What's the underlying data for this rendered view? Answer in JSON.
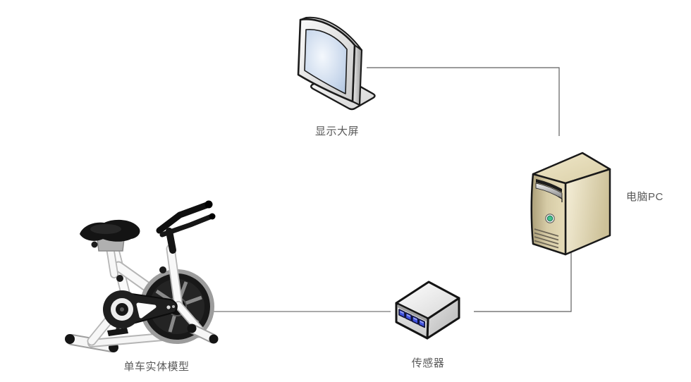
{
  "diagram": {
    "background": "#ffffff",
    "nodes": [
      {
        "id": "display",
        "label": "显示大屏",
        "type": "monitor"
      },
      {
        "id": "pc",
        "label": "电脑PC",
        "type": "tower-pc"
      },
      {
        "id": "sensor",
        "label": "传感器",
        "type": "sensor-box"
      },
      {
        "id": "bike",
        "label": "单车实体模型",
        "type": "exercise-bike"
      }
    ],
    "edges": [
      {
        "from": "display",
        "to": "pc"
      },
      {
        "from": "pc",
        "to": "sensor"
      },
      {
        "from": "bike",
        "to": "sensor"
      }
    ],
    "colors": {
      "label_text": "#595959",
      "connector": "#606060",
      "pc_case_beige": "#ddd2ad",
      "pc_power_led_green": "#41c08e",
      "sensor_port_blue": "#4052e0",
      "monitor_screen_blue": "#c9d8ec",
      "outline_black": "#1a1a1a"
    }
  }
}
